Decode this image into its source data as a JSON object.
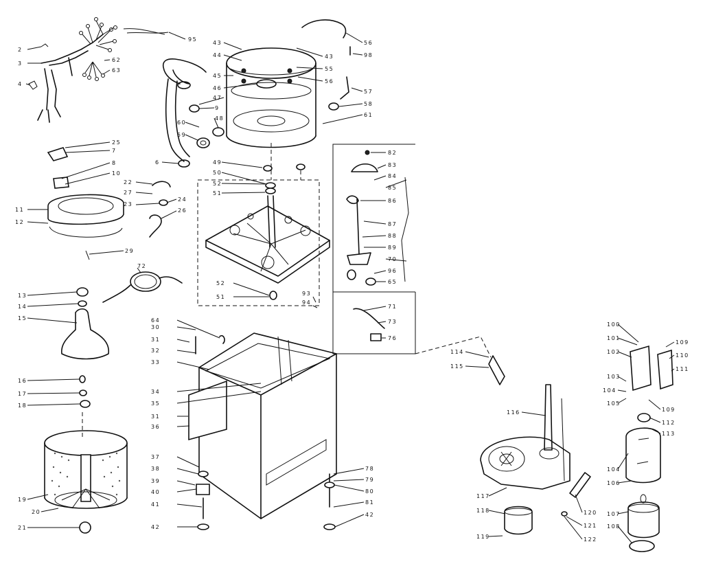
{
  "diagram": {
    "labels": {
      "p2": "2",
      "p3": "3",
      "p4": "4",
      "p95": "95",
      "p62": "62",
      "p63": "63",
      "p25": "25",
      "p7": "7",
      "p8": "8",
      "p10": "10",
      "p11": "11",
      "p12": "12",
      "p29": "29",
      "p22": "22",
      "p27": "27",
      "p23": "23",
      "p24": "24",
      "p26": "26",
      "p72": "72",
      "p13": "13",
      "p14": "14",
      "p15": "15",
      "p16": "16",
      "p17": "17",
      "p18": "18",
      "p19": "19",
      "p20": "20",
      "p21": "21",
      "p43a": "43",
      "p44": "44",
      "p45": "45",
      "p46": "46",
      "p47": "47",
      "p9": "9",
      "p48": "48",
      "p60": "60",
      "p59": "59",
      "p6": "6",
      "p43b": "43",
      "p55": "55",
      "p56b": "56",
      "p57": "57",
      "p58": "58",
      "p61": "61",
      "p56": "56",
      "p98": "98",
      "p49": "49",
      "p50": "50",
      "p52a": "52",
      "p51a": "51",
      "p52b": "52",
      "p51b": "51",
      "p82": "82",
      "p83": "83",
      "p84": "84",
      "p85": "85",
      "p86": "86",
      "p87": "87",
      "p88": "88",
      "p89": "89",
      "p70": "70",
      "p96": "96",
      "p65": "65",
      "p93": "93",
      "p94": "94",
      "p71": "71",
      "p73": "73",
      "p76": "76",
      "p64": "64",
      "p30": "30",
      "p31": "31",
      "p32": "32",
      "p33": "33",
      "p34": "34",
      "p35": "35",
      "p31b": "31",
      "p36": "36",
      "p37": "37",
      "p38": "38",
      "p39": "39",
      "p40": "40",
      "p41": "41",
      "p42": "42",
      "p78": "78",
      "p79": "79",
      "p80": "80",
      "p81": "81",
      "p42b": "42",
      "p114": "114",
      "p115": "115",
      "p116": "116",
      "p117": "117",
      "p118": "118",
      "p119": "119",
      "p120": "120",
      "p121": "121",
      "p122": "122",
      "p100": "100",
      "p101": "101",
      "p102": "102",
      "p103": "103",
      "p104": "104",
      "p105": "105",
      "p109": "109",
      "p110": "110",
      "p111": "111",
      "p109b": "109",
      "p112": "112",
      "p113": "113",
      "p104b": "104",
      "p106": "106",
      "p107": "107",
      "p108": "108"
    }
  }
}
